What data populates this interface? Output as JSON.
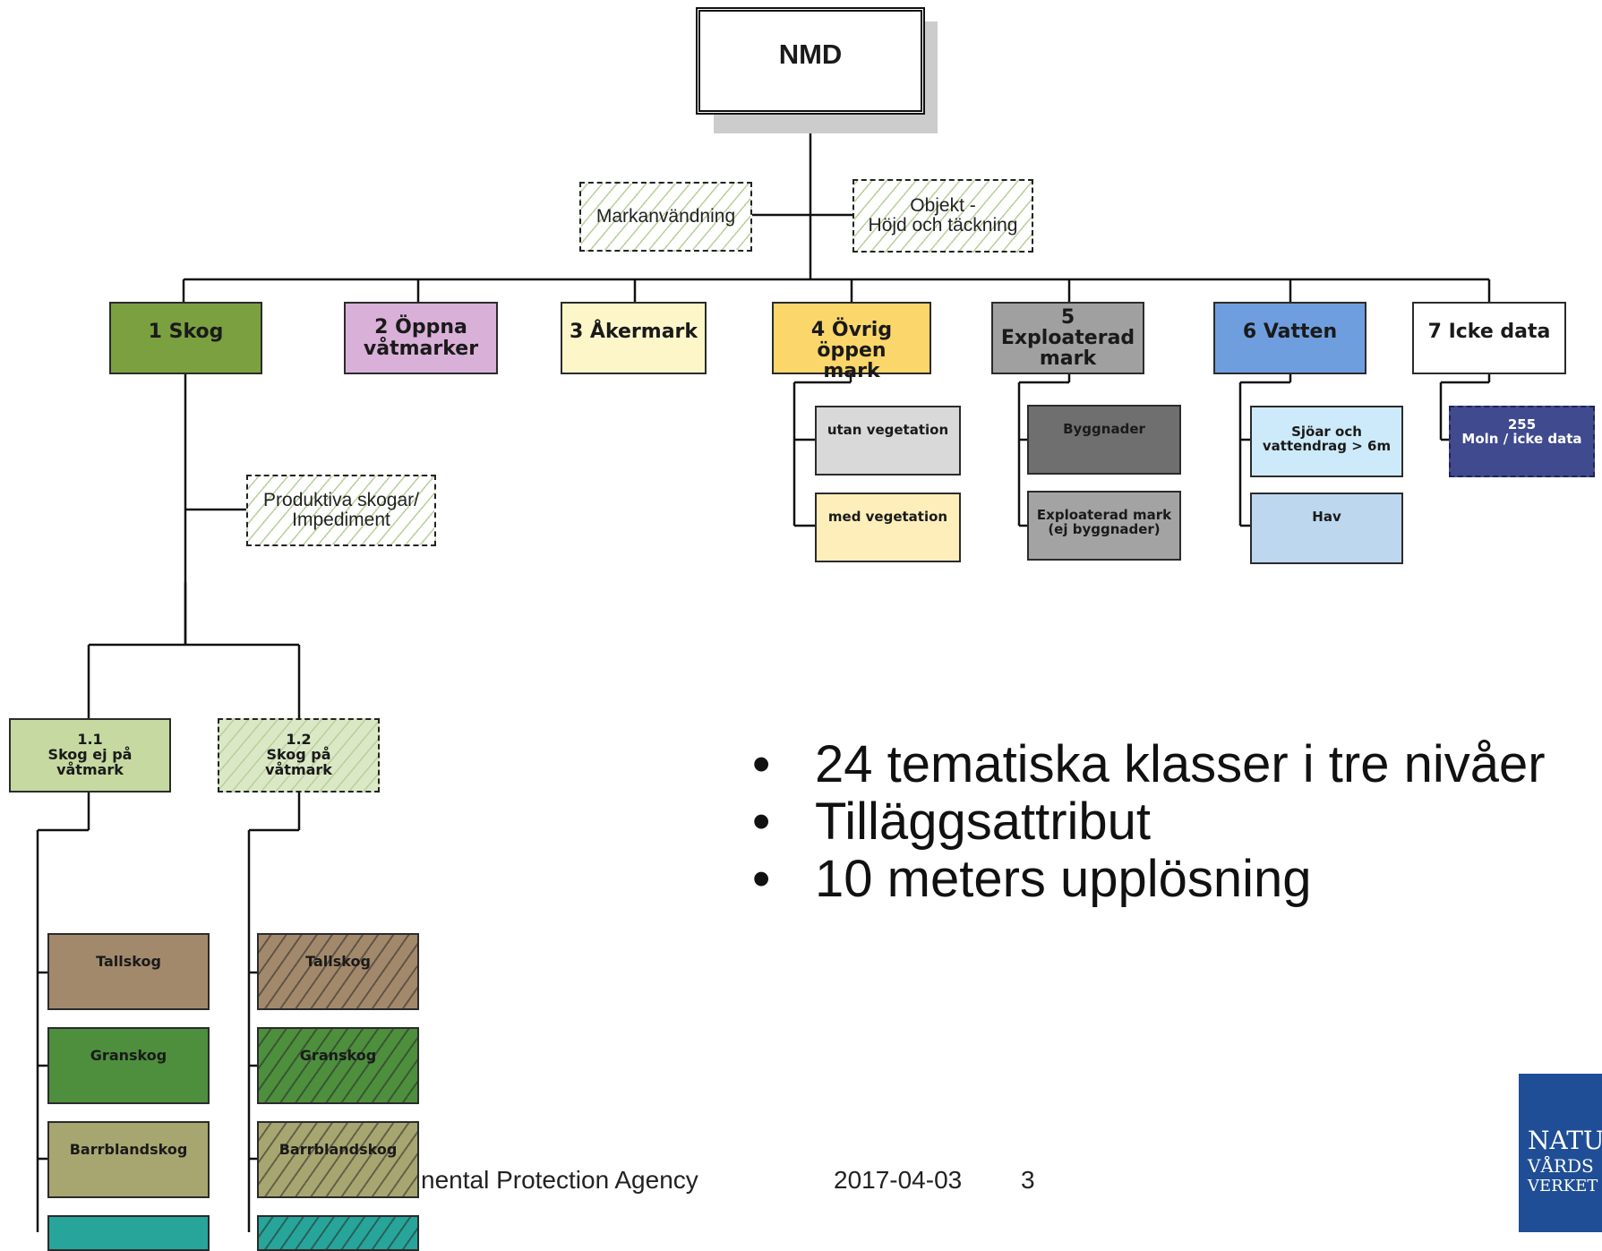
{
  "diagram": {
    "root": "NMD",
    "attributes": {
      "landuse": "Markanvändning",
      "objects_line1": "Objekt -",
      "objects_line2": "Höjd och täckning",
      "forest_type_line1": "Produktiva skogar/",
      "forest_type_line2": "Impediment"
    },
    "classes": [
      {
        "label": "1 Skog",
        "color": "#7ba040"
      },
      {
        "label_line1": "2 Öppna",
        "label_line2": "våtmarker",
        "color": "#d9b0d8"
      },
      {
        "label": "3 Åkermark",
        "color": "#fdf6c9"
      },
      {
        "label_line1": "4 Övrig öppen",
        "label_line2": "mark",
        "color": "#fbd66a"
      },
      {
        "label_line1": "5 Exploaterad",
        "label_line2": "mark",
        "color": "#a0a0a0"
      },
      {
        "label": "6 Vatten",
        "color": "#6e9ede"
      },
      {
        "label": "7 Icke data",
        "color": "#ffffff"
      }
    ],
    "sub_open": [
      "utan vegetation",
      "med vegetation"
    ],
    "sub_exploited": [
      "Byggnader",
      "Exploaterad mark",
      "(ej byggnader)"
    ],
    "sub_water": [
      "Sjöar och",
      "vattendrag  > 6m",
      "Hav"
    ],
    "sub_nodata": [
      "255",
      "Moln / icke data"
    ],
    "forest_wetland": {
      "a_code": "1.1",
      "a_line1": "Skog ej på",
      "a_line2": "våtmark",
      "b_code": "1.2",
      "b_line1": "Skog på",
      "b_line2": "våtmark"
    },
    "forest_types": [
      "Tallskog",
      "Granskog",
      "Barrblandskog"
    ]
  },
  "bullets": [
    "24 tematiska klasser i tre nivåer",
    "Tilläggsattribut",
    "10 meters upplösning"
  ],
  "footer": {
    "agency": "nental Protection Agency",
    "date": "2017-04-03",
    "page": "3"
  },
  "logo": {
    "line1": "NATU",
    "line2": "VÅRDS",
    "line3": "VERKET"
  },
  "colors": {
    "skog": "#7ba040",
    "skog_ej_vatmark": "#c5d9a0",
    "tallskog": "#a3896b",
    "granskog": "#4d8f3d",
    "barrblandskog": "#a8a670",
    "blandskog": "#27a59a",
    "utan_vegetation": "#d9d9d9",
    "med_vegetation": "#fdeeba",
    "byggnader": "#6f6f6f",
    "exploaterad": "#a3a3a3",
    "sjoar": "#cdeafa",
    "hav": "#bcd7ee",
    "moln": "#404a8f",
    "logo": "#1f4e96"
  }
}
